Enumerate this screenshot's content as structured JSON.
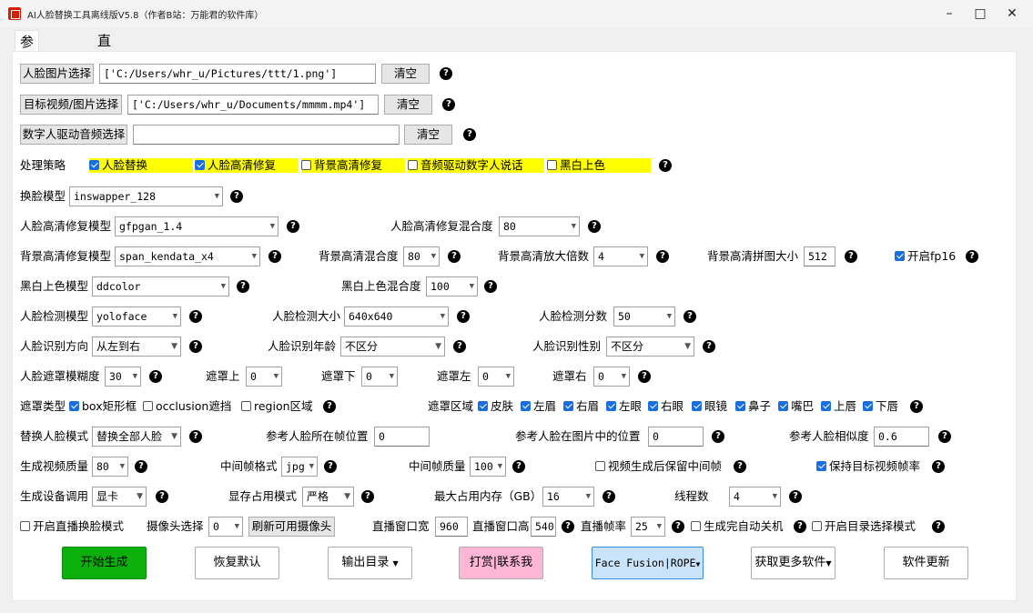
{
  "window": {
    "title": "AI人脸替换工具离线版V5.8（作者B站：万能君的软件库）"
  },
  "tabs": [
    "参数配置",
    "直播窗口"
  ],
  "files": {
    "face": {
      "btn": "人脸图片选择",
      "value": "['C:/Users/whr_u/Pictures/ttt/1.png']",
      "clear": "清空"
    },
    "target": {
      "btn": "目标视频/图片选择",
      "value": "['C:/Users/whr_u/Documents/mmmm.mp4']",
      "clear": "清空"
    },
    "audio": {
      "btn": "数字人驱动音频选择",
      "value": "",
      "clear": "清空"
    }
  },
  "strategy": {
    "label": "处理策略",
    "options": [
      {
        "label": "人脸替换",
        "checked": true
      },
      {
        "label": "人脸高清修复",
        "checked": true
      },
      {
        "label": "背景高清修复",
        "checked": false
      },
      {
        "label": "音频驱动数字人说话",
        "checked": false
      },
      {
        "label": "黑白上色",
        "checked": false
      }
    ]
  },
  "swap_model": {
    "label": "换脸模型",
    "value": "inswapper_128"
  },
  "face_enhance": {
    "label": "人脸高清修复模型",
    "value": "gfpgan_1.4",
    "blend_label": "人脸高清修复混合度",
    "blend": "80"
  },
  "bg_enhance": {
    "label": "背景高清修复模型",
    "value": "span_kendata_x4",
    "blend_label": "背景高清混合度",
    "blend": "80",
    "scale_label": "背景高清放大倍数",
    "scale": "4",
    "tile_label": "背景高清拼图大小",
    "tile": "512",
    "fp16_label": "开启fp16",
    "fp16": true
  },
  "colorize": {
    "label": "黑白上色模型",
    "value": "ddcolor",
    "blend_label": "黑白上色混合度",
    "blend": "100"
  },
  "detect": {
    "label": "人脸检测模型",
    "value": "yoloface",
    "size_label": "人脸检测大小",
    "size": "640x640",
    "score_label": "人脸检测分数",
    "score": "50"
  },
  "recog": {
    "label": "人脸识别方向",
    "value": "从左到右",
    "age_label": "人脸识别年龄",
    "age": "不区分",
    "gender_label": "人脸识别性别",
    "gender": "不区分"
  },
  "mask": {
    "blur_label": "人脸遮罩模糊度",
    "blur": "30",
    "top_label": "遮罩上",
    "top": "0",
    "bottom_label": "遮罩下",
    "bottom": "0",
    "left_label": "遮罩左",
    "left": "0",
    "right_label": "遮罩右",
    "right": "0"
  },
  "mask_type": {
    "label": "遮罩类型",
    "options": [
      {
        "label": "box矩形框",
        "checked": true
      },
      {
        "label": "occlusion遮挡",
        "checked": false
      },
      {
        "label": "region区域",
        "checked": false
      }
    ]
  },
  "mask_region": {
    "label": "遮罩区域",
    "options": [
      {
        "label": "皮肤",
        "checked": true
      },
      {
        "label": "左眉",
        "checked": true
      },
      {
        "label": "右眉",
        "checked": true
      },
      {
        "label": "左眼",
        "checked": true
      },
      {
        "label": "右眼",
        "checked": true
      },
      {
        "label": "眼镜",
        "checked": true
      },
      {
        "label": "鼻子",
        "checked": true
      },
      {
        "label": "嘴巴",
        "checked": true
      },
      {
        "label": "上唇",
        "checked": true
      },
      {
        "label": "下唇",
        "checked": true
      }
    ]
  },
  "replace": {
    "label": "替换人脸模式",
    "value": "替换全部人脸",
    "frame_label": "参考人脸所在帧位置",
    "frame": "0",
    "pos_label": "参考人脸在图片中的位置",
    "pos": "0",
    "sim_label": "参考人脸相似度",
    "sim": "0.6"
  },
  "output": {
    "quality_label": "生成视频质量",
    "quality": "80",
    "fmt_label": "中间帧格式",
    "fmt": "jpg",
    "fq_label": "中间帧质量",
    "fq": "100",
    "keep_label": "视频生成后保留中间帧",
    "keep": false,
    "rate_label": "保持目标视频帧率",
    "rate": true
  },
  "device": {
    "label": "生成设备调用",
    "value": "显卡",
    "vram_label": "显存占用模式",
    "vram": "严格",
    "mem_label": "最大占用内存（GB）",
    "mem": "16",
    "threads_label": "线程数",
    "threads": "4"
  },
  "live": {
    "mode_label": "开启直播换脸模式",
    "mode": false,
    "cam_label": "摄像头选择",
    "cam": "0",
    "refresh": "刷新可用摄像头",
    "w_label": "直播窗口宽",
    "w": "960",
    "h_label": "直播窗口高",
    "h": "540",
    "fps_label": "直播帧率",
    "fps": "25",
    "shutdown_label": "生成完自动关机",
    "shutdown": false,
    "dir_label": "开启目录选择模式",
    "dir": false
  },
  "actions": {
    "start": "开始生成",
    "reset": "恢复默认",
    "outdir": "输出目录",
    "donate": "打赏|联系我",
    "fusion": "Face Fusion|ROPE",
    "more": "获取更多软件",
    "update": "软件更新"
  },
  "help_icon": "?",
  "colors": {
    "start": "#0bb00b",
    "donate": "#ffb6d6",
    "fusion": "#c9e3fb",
    "highlight": "#ffff00",
    "checkbox": "#1a6ee0"
  }
}
